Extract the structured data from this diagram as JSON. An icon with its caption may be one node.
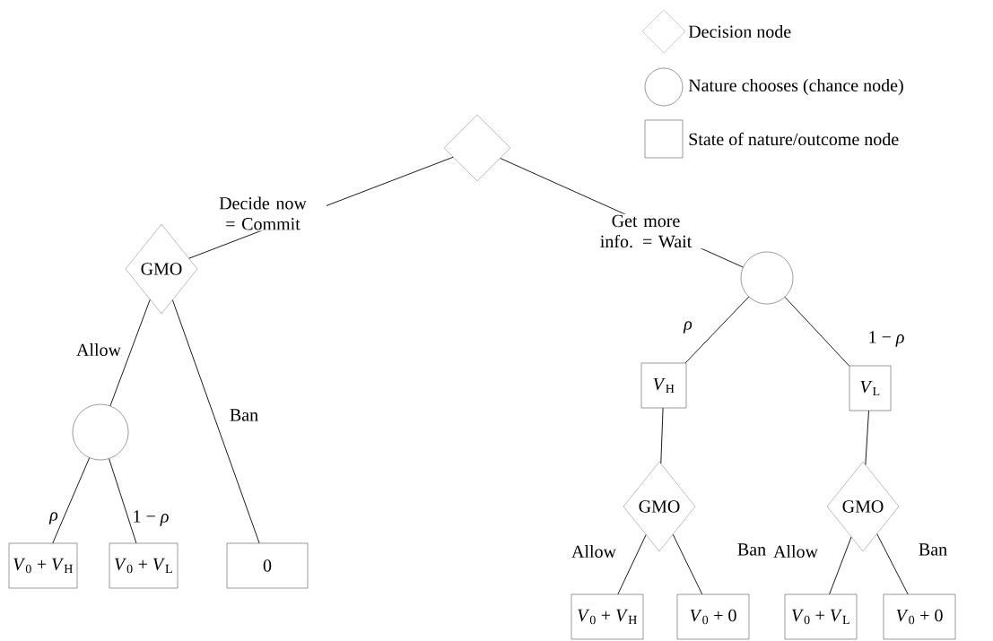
{
  "diagram": {
    "nodes": [
      {
        "text": [],
        "shape": "diamond"
      },
      {
        "text": [
          "GMO"
        ]
      },
      {
        "text": [],
        "shape": "circle"
      },
      {
        "text": [],
        "shape": "circle"
      },
      {
        "text": [
          "*V*$_{H}$"
        ]
      },
      {
        "text": [
          "*V*$_{L}$"
        ]
      },
      {
        "text": [
          "GMO"
        ]
      },
      {
        "text": [
          "GMO"
        ]
      },
      {
        "text": [
          "*V*$_{0}$ + *V*$_{H}$"
        ]
      },
      {
        "text": [
          "*V*$_{0}$ + *V*$_{L}$"
        ]
      },
      {
        "text": [
          "0"
        ]
      },
      {
        "text": [
          "*V*$_{0}$ + *V*$_{H}$"
        ]
      },
      {
        "text": [
          "*V*$_{0}$ + 0"
        ]
      },
      {
        "text": [
          "*V*$_{0}$ + *V*$_{L}$"
        ]
      },
      {
        "text": [
          "*V*$_{0}$ + 0"
        ]
      }
    ],
    "edges": [
      {
        "from": 0,
        "to": 1,
        "arrow": "none",
        "label": "Decide now = Commit"
      },
      {
        "from": 0,
        "to": 2,
        "arrow": "none",
        "label": "Get more info. = Wait"
      },
      {
        "from": 1,
        "to": 3,
        "arrow": "none",
        "label": "Allow"
      },
      {
        "from": 1,
        "to": 10,
        "arrow": "none",
        "label": "Ban"
      },
      {
        "from": 2,
        "to": 4,
        "arrow": "none",
        "label": "*ρ*"
      },
      {
        "from": 2,
        "to": 5,
        "arrow": "none",
        "label": "1 − *ρ*"
      },
      {
        "from": 3,
        "to": 8,
        "arrow": "none",
        "label": "*ρ*"
      },
      {
        "from": 3,
        "to": 9,
        "arrow": "none",
        "label": "1 − *ρ*"
      },
      {
        "from": 4,
        "to": 6,
        "arrow": "none"
      },
      {
        "from": 5,
        "to": 7,
        "arrow": "none"
      },
      {
        "from": 6,
        "to": 11,
        "arrow": "none",
        "label": "Allow"
      },
      {
        "from": 6,
        "to": 12,
        "arrow": "none",
        "label": "Ban"
      },
      {
        "from": 7,
        "to": 13,
        "arrow": "none",
        "label": "Allow"
      },
      {
        "from": 7,
        "to": 14,
        "arrow": "none",
        "label": "Ban"
      }
    ],
    "legend": [
      {
        "text": "Decision node"
      },
      {
        "text": "Nature chooses (chance node)"
      },
      {
        "text": "State of nature/outcome node"
      }
    ]
  }
}
